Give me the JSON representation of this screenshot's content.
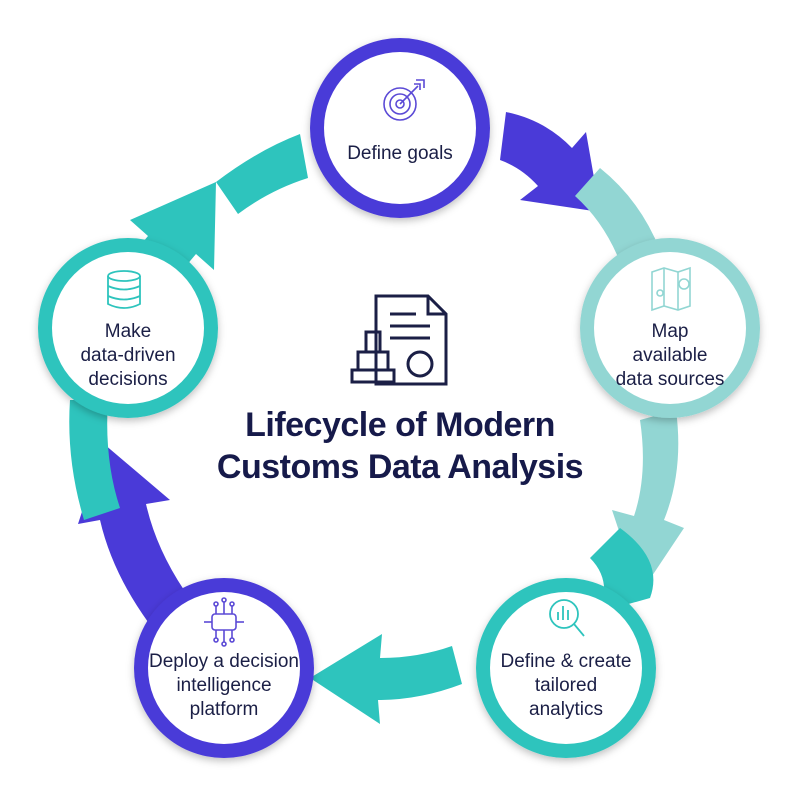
{
  "title": {
    "line1": "Lifecycle of Modern",
    "line2": "Customs Data Analysis"
  },
  "steps": [
    {
      "lines": [
        "Define goals"
      ],
      "icon": "target-icon"
    },
    {
      "lines": [
        "Map",
        "available",
        "data sources"
      ],
      "icon": "map-icon"
    },
    {
      "lines": [
        "Define & create",
        "tailored",
        "analytics"
      ],
      "icon": "magnifier-chart-icon"
    },
    {
      "lines": [
        "Deploy a decision",
        "intelligence",
        "platform"
      ],
      "icon": "chip-icon"
    },
    {
      "lines": [
        "Make",
        "data-driven",
        "decisions"
      ],
      "icon": "database-icon"
    }
  ],
  "center_icon": "customs-document-stamp-icon",
  "colors": {
    "purple": "#4a3ad8",
    "teal": "#2ec4bd",
    "light_teal": "#92d6d3",
    "title": "#161a4a",
    "text": "#1b1f46"
  }
}
